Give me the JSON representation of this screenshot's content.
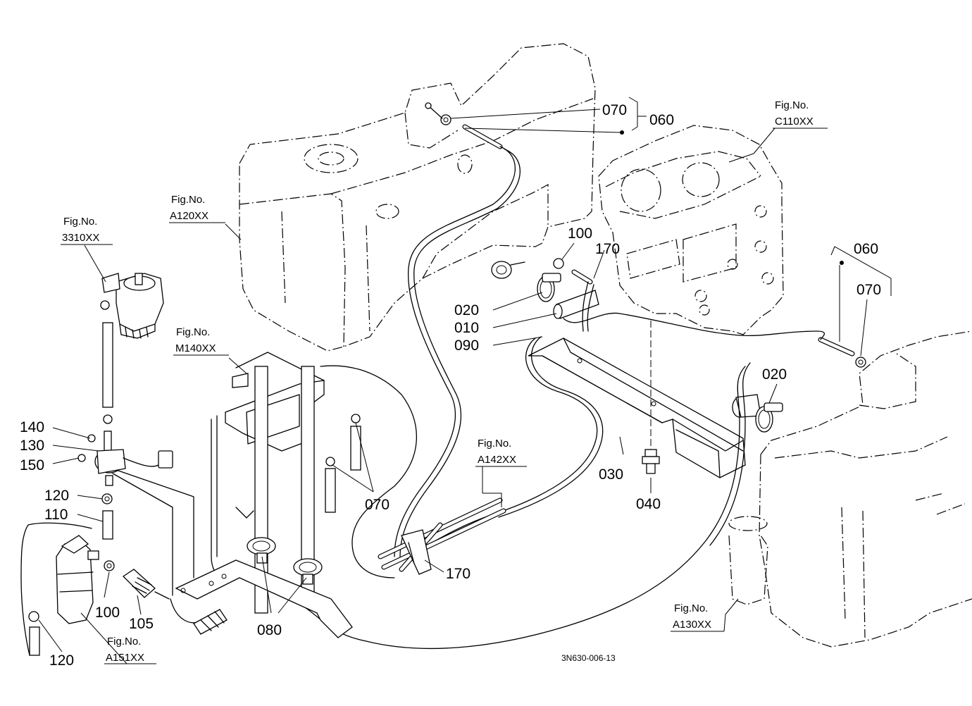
{
  "callouts": [
    {
      "id": "c070a",
      "text": "070"
    },
    {
      "id": "c060a",
      "text": "060"
    },
    {
      "id": "c100a",
      "text": "100"
    },
    {
      "id": "c170a",
      "text": "170"
    },
    {
      "id": "c020a",
      "text": "020"
    },
    {
      "id": "c010",
      "text": "010"
    },
    {
      "id": "c090",
      "text": "090"
    },
    {
      "id": "c060b",
      "text": "060"
    },
    {
      "id": "c070b",
      "text": "070"
    },
    {
      "id": "c020b",
      "text": "020"
    },
    {
      "id": "c030",
      "text": "030"
    },
    {
      "id": "c040",
      "text": "040"
    },
    {
      "id": "c140",
      "text": "140"
    },
    {
      "id": "c130",
      "text": "130"
    },
    {
      "id": "c150",
      "text": "150"
    },
    {
      "id": "c120a",
      "text": "120"
    },
    {
      "id": "c110",
      "text": "110"
    },
    {
      "id": "c100b",
      "text": "100"
    },
    {
      "id": "c105",
      "text": "105"
    },
    {
      "id": "c120b",
      "text": "120"
    },
    {
      "id": "c080",
      "text": "080"
    },
    {
      "id": "c070c",
      "text": "070"
    },
    {
      "id": "c170b",
      "text": "170"
    }
  ],
  "figure_refs": [
    {
      "label": "Fig.No.",
      "code": "A120XX"
    },
    {
      "label": "Fig.No.",
      "code": "C110XX"
    },
    {
      "label": "Fig.No.",
      "code": "3310XX"
    },
    {
      "label": "Fig.No.",
      "code": "M140XX"
    },
    {
      "label": "Fig.No.",
      "code": "A142XX"
    },
    {
      "label": "Fig.No.",
      "code": "A130XX"
    },
    {
      "label": "Fig.No.",
      "code": "A151XX"
    }
  ],
  "drawing_code": "3N630-006-13"
}
